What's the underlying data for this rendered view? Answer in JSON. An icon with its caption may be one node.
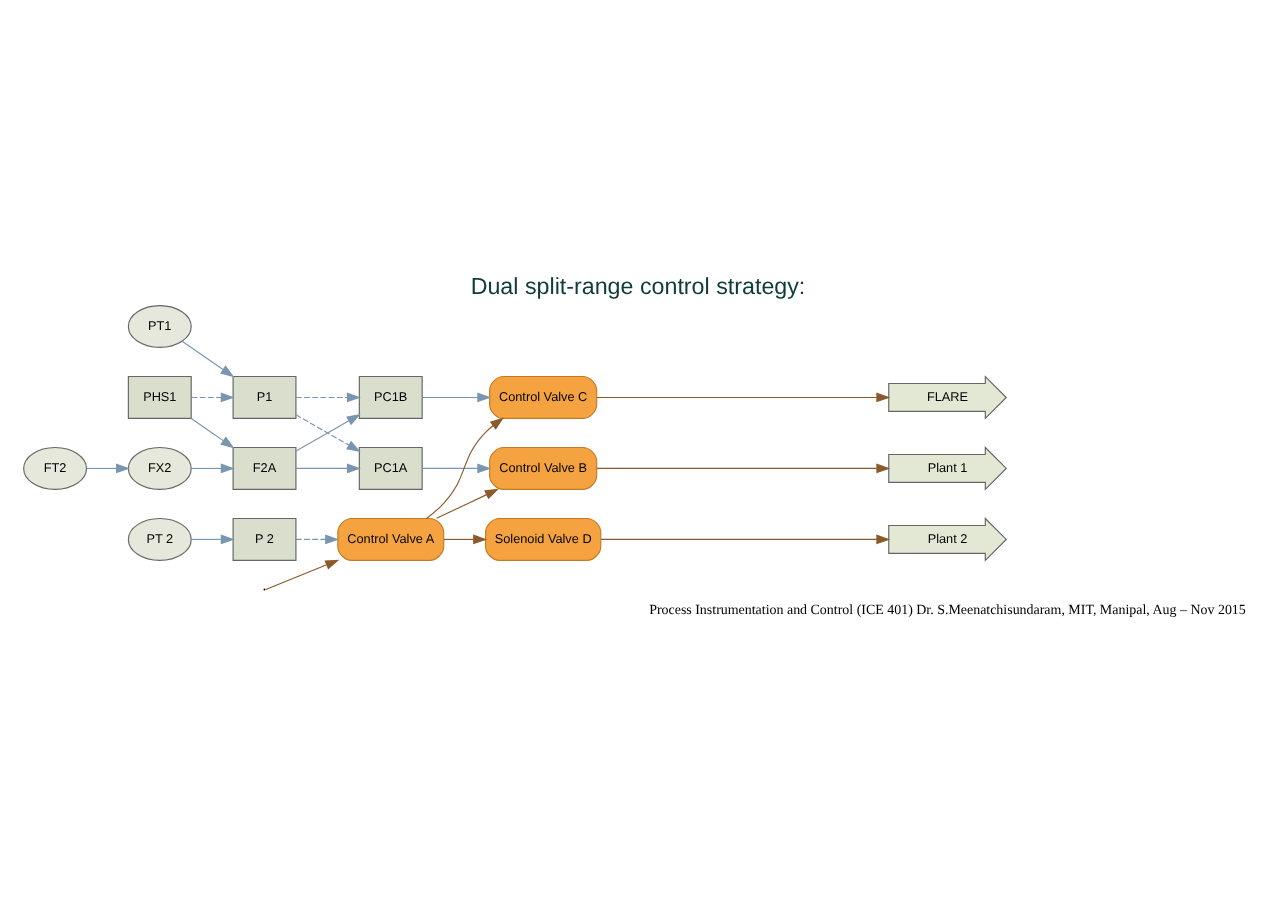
{
  "diagram": {
    "title": "Dual split-range control strategy:",
    "caption": "Process Instrumentation and Control (ICE 401) Dr. S.Meenatchisundaram, MIT, Manipal, Aug – Nov 2015",
    "nodes": [
      {
        "text": [
          "P1"
        ]
      },
      {
        "text": [
          "PHS1"
        ]
      },
      {
        "text": [
          "F2A"
        ]
      },
      {
        "text": [
          "PC1A"
        ]
      },
      {
        "text": [
          "Control Valve B"
        ]
      },
      {
        "text": [
          "Plant 1"
        ]
      },
      {
        "text": [
          "P 2"
        ]
      },
      {
        "text": [
          "PT 2"
        ]
      },
      {
        "text": [
          "PT1"
        ]
      },
      {
        "text": [
          "PC1B"
        ]
      },
      {
        "text": [
          "Control Valve A"
        ]
      },
      {
        "text": [
          "Control Valve C"
        ]
      },
      {
        "text": [
          "FLARE"
        ]
      },
      {
        "text": [
          "FT2"
        ]
      },
      {
        "text": [
          "FX2"
        ]
      },
      {
        "text": [
          "Solenoid Valve D"
        ]
      },
      {
        "text": [
          "Plant 2"
        ]
      }
    ],
    "edges": [
      {
        "from": 1,
        "to": 0,
        "arrow": "to",
        "style": "dashed"
      },
      {
        "from": 1,
        "to": 2,
        "arrow": "to"
      },
      {
        "from": 14,
        "to": 2,
        "arrow": "to"
      },
      {
        "from": 2,
        "to": 3,
        "arrow": "to"
      },
      {
        "from": 2,
        "to": 9,
        "arrow": "to"
      },
      {
        "from": 0,
        "to": 3,
        "arrow": "to",
        "style": "dashed"
      },
      {
        "from": 0,
        "to": 9,
        "arrow": "to",
        "style": "dashed"
      },
      {
        "from": 3,
        "to": 4,
        "arrow": "to"
      },
      {
        "from": 9,
        "to": 11,
        "arrow": "to"
      },
      {
        "from": 7,
        "to": 6,
        "arrow": "to"
      },
      {
        "from": 6,
        "to": 10,
        "arrow": "to",
        "style": "dashed"
      },
      {
        "from": 8,
        "to": 0,
        "arrow": "to"
      },
      {
        "from": 13,
        "to": 14,
        "arrow": "to"
      },
      {
        "from": null,
        "to": 10,
        "arrow": "to",
        "color": "#8b5a2b"
      },
      {
        "from": 10,
        "to": 11,
        "arrow": "to",
        "color": "#8b5a2b"
      },
      {
        "from": 10,
        "to": 4,
        "arrow": "to",
        "color": "#8b5a2b"
      },
      {
        "from": 10,
        "to": 15,
        "arrow": "to",
        "color": "#8b5a2b"
      },
      {
        "from": 4,
        "to": 5,
        "arrow": "to",
        "color": "#8b5a2b"
      },
      {
        "from": 11,
        "to": 12,
        "arrow": "to",
        "color": "#8b5a2b"
      },
      {
        "from": 15,
        "to": 16,
        "arrow": "to",
        "color": "#8b5a2b"
      }
    ]
  }
}
